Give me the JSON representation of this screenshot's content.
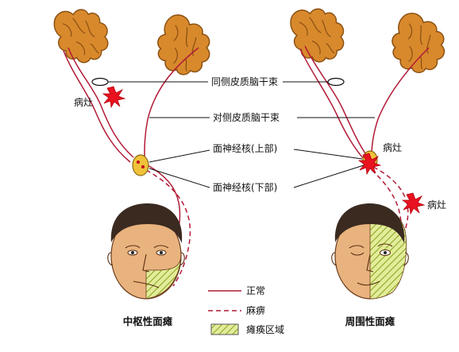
{
  "labels": {
    "ipsilateral_tract": "同侧皮质脑干束",
    "contralateral_tract": "对侧皮质脑干束",
    "nucleus_upper": "面神经核(上部)",
    "nucleus_lower": "面神经核(下部)",
    "lesion_left": "病灶",
    "lesion_right_upper": "病灶",
    "lesion_right_lower": "病灶"
  },
  "legend": {
    "normal": "正常",
    "paralysis": "麻痹",
    "area": "瘫痪区域"
  },
  "captions": {
    "central": "中枢性面瘫",
    "peripheral": "周围性面瘫"
  },
  "colors": {
    "tract": "#b11a37",
    "lesion": "#e8131f",
    "nucleus": "#f0c23a",
    "paralysis_hatch": "#c8d84a",
    "cortex": "#d8892c"
  }
}
